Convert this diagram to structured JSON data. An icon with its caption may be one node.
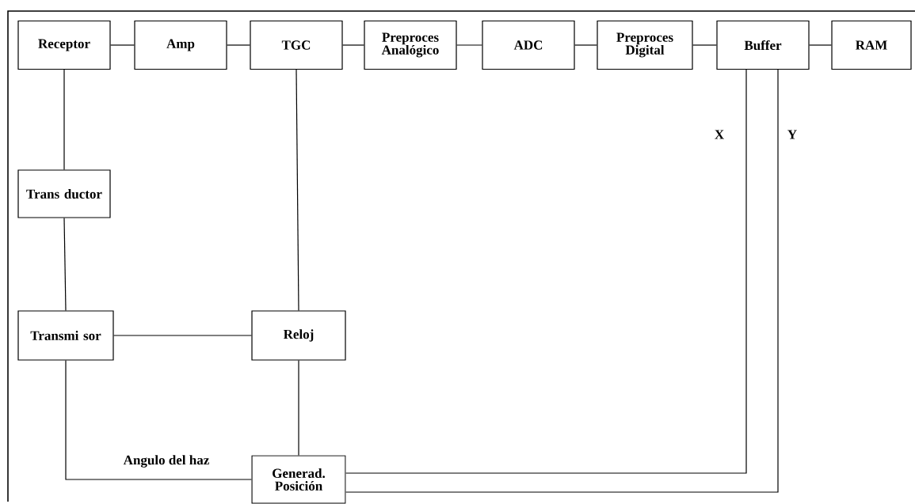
{
  "diagram": {
    "nodes": [
      {
        "text": [
          "Receptor"
        ]
      },
      {
        "text": [
          "Amp"
        ]
      },
      {
        "text": [
          "TGC"
        ]
      },
      {
        "text": [
          "Preproces Analógico"
        ]
      },
      {
        "text": [
          "ADC"
        ]
      },
      {
        "text": [
          "Preproces Digital"
        ]
      },
      {
        "text": [
          "Buffer"
        ]
      },
      {
        "text": [
          "RAM"
        ]
      },
      {
        "text": [
          "Trans ductor"
        ]
      },
      {
        "text": [
          "Transmi sor"
        ]
      },
      {
        "text": [
          "Reloj"
        ]
      },
      {
        "text": [
          "Generad. Posición"
        ]
      }
    ],
    "edges": [
      {
        "from": 0,
        "to": 1,
        "arrow": "none"
      },
      {
        "from": 1,
        "to": 2,
        "arrow": "none"
      },
      {
        "from": 2,
        "to": 3,
        "arrow": "none"
      },
      {
        "from": 3,
        "to": 4,
        "arrow": "none"
      },
      {
        "from": 4,
        "to": 5,
        "arrow": "none"
      },
      {
        "from": 5,
        "to": 6,
        "arrow": "none"
      },
      {
        "from": 6,
        "to": 7,
        "arrow": "none"
      },
      {
        "from": 0,
        "to": 8,
        "arrow": "none"
      },
      {
        "from": 8,
        "to": 9,
        "arrow": "none"
      },
      {
        "from": 9,
        "to": 10,
        "arrow": "none"
      },
      {
        "from": 2,
        "to": 10,
        "arrow": "none"
      },
      {
        "from": 10,
        "to": 11,
        "arrow": "none"
      },
      {
        "from": 9,
        "to": 11,
        "arrow": "none",
        "label": "Angulo del haz"
      },
      {
        "from": 11,
        "to": 6,
        "arrow": "none",
        "label": "X"
      },
      {
        "from": 11,
        "to": 6,
        "arrow": "none",
        "label": "Y"
      }
    ]
  }
}
